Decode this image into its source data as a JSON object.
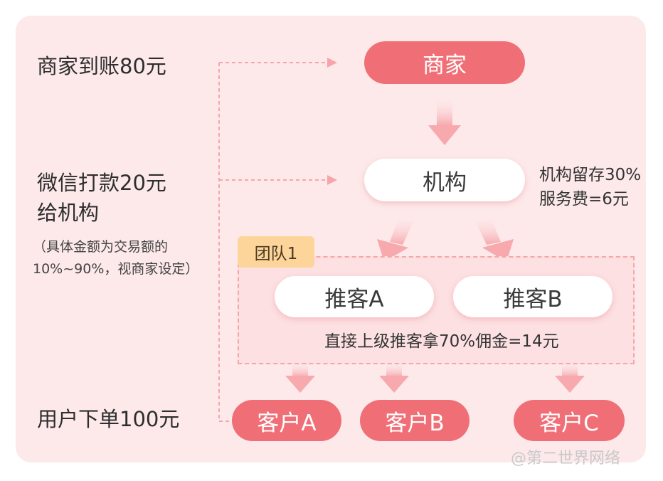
{
  "left_labels": {
    "merchant_receive": "商家到账80元",
    "wechat_line1": "微信打款20元",
    "wechat_line2": "给机构",
    "note_line1": "（具体金额为交易额的",
    "note_line2": "10%~90%，视商家设定）",
    "user_order": "用户下单100元"
  },
  "nodes": {
    "merchant": "商家",
    "institution": "机构",
    "referrer_a": "推客A",
    "referrer_b": "推客B",
    "customer_a": "客户A",
    "customer_b": "客户B",
    "customer_c": "客户C"
  },
  "institution_note": {
    "line1": "机构留存30%",
    "line2": "服务费=6元"
  },
  "team": {
    "label": "团队1",
    "commission": "直接上级推客拿70%佣金=14元"
  },
  "watermark": "@第二世界网络",
  "colors": {
    "panel_bg": "#fde9ea",
    "accent_red": "#f06f77",
    "arrow_pink": "#f7b3b7",
    "dashed_line": "#f5a6ab",
    "team_tag": "#fdd49a"
  }
}
